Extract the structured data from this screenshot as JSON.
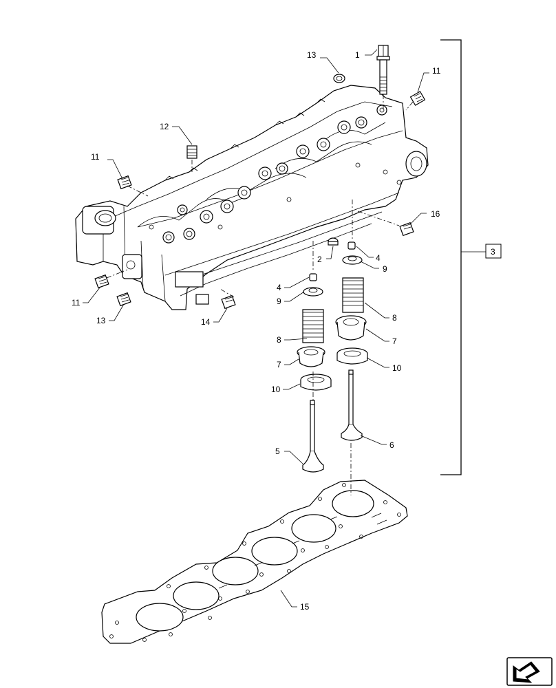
{
  "callouts": [
    {
      "id": "c1",
      "text": "1"
    },
    {
      "id": "c2",
      "text": "2"
    },
    {
      "id": "c3",
      "text": "3"
    },
    {
      "id": "c4a",
      "text": "4"
    },
    {
      "id": "c4b",
      "text": "4"
    },
    {
      "id": "c5",
      "text": "5"
    },
    {
      "id": "c6",
      "text": "6"
    },
    {
      "id": "c7a",
      "text": "7"
    },
    {
      "id": "c7b",
      "text": "7"
    },
    {
      "id": "c8a",
      "text": "8"
    },
    {
      "id": "c8b",
      "text": "8"
    },
    {
      "id": "c9a",
      "text": "9"
    },
    {
      "id": "c9b",
      "text": "9"
    },
    {
      "id": "c10a",
      "text": "10"
    },
    {
      "id": "c10b",
      "text": "10"
    },
    {
      "id": "c11a",
      "text": "11"
    },
    {
      "id": "c11b",
      "text": "11"
    },
    {
      "id": "c11c",
      "text": "11"
    },
    {
      "id": "c12",
      "text": "12"
    },
    {
      "id": "c13a",
      "text": "13"
    },
    {
      "id": "c13b",
      "text": "13"
    },
    {
      "id": "c14",
      "text": "14"
    },
    {
      "id": "c15",
      "text": "15"
    },
    {
      "id": "c16",
      "text": "16"
    }
  ],
  "nav_icon": "arrow-next-page-icon"
}
